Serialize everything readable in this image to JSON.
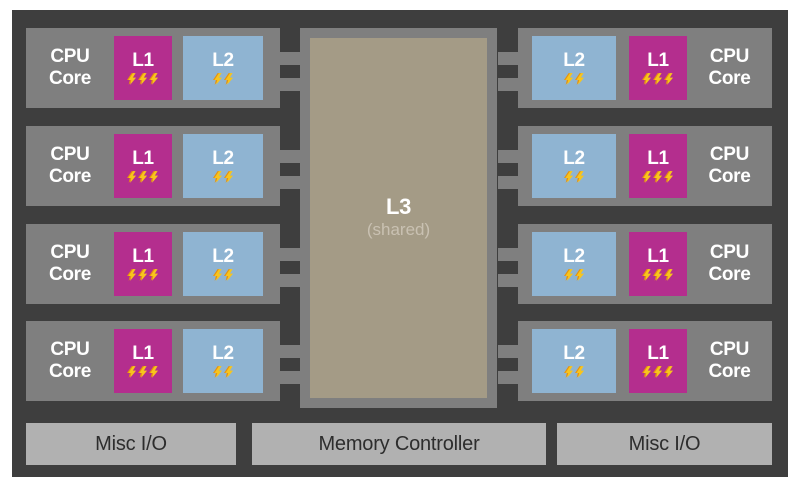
{
  "core_row": {
    "cpu_label_line1": "CPU",
    "cpu_label_line2": "Core",
    "l1_label": "L1",
    "l2_label": "L2",
    "l1_bolt_count": 3,
    "l2_bolt_count": 2
  },
  "layout_counts": {
    "left_cores": 4,
    "right_cores": 4
  },
  "l3": {
    "label": "L3",
    "note": "(shared)"
  },
  "bottom_blocks": {
    "misc_io_left": "Misc I/O",
    "memory_controller": "Memory Controller",
    "misc_io_right": "Misc I/O"
  },
  "colors": {
    "page_bg": "#FFFFFF",
    "die_bg": "#3E3E3E",
    "core_block": "#7F7F7F",
    "connector": "#7F7F7F",
    "l1": "#B42E8E",
    "l2": "#8FB4D2",
    "l3_frame": "#7F7F7F",
    "l3_fill": "#A49B86",
    "l3_note_text": "#C9C1B2",
    "io_block": "#B1B1B1",
    "text_light": "#FFFFFF",
    "text_dark": "#2D2D2D",
    "bolt_gold": "#F7C51E",
    "bolt_orange": "#E8920C"
  }
}
